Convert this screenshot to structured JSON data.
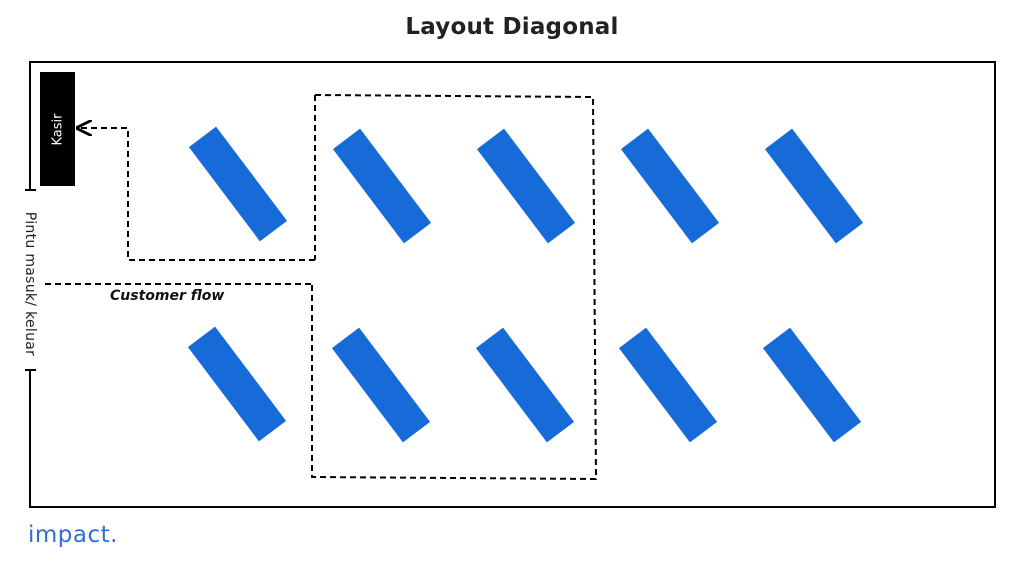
{
  "title": "Layout Diagonal",
  "cashier": {
    "label": "Kasir",
    "color": "#000000"
  },
  "entrance": {
    "label": "Pintu masuk/ keluar"
  },
  "flow": {
    "label": "Customer flow"
  },
  "shelves": {
    "color": "#166bd9",
    "count": 10,
    "orientation": "diagonal"
  },
  "brand": {
    "text": "impact.",
    "color": "#2f6fd6"
  }
}
